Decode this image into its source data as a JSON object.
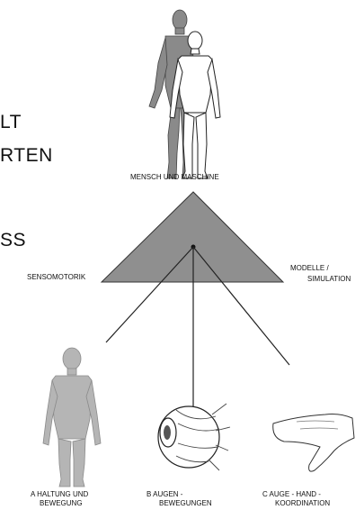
{
  "partial_text": {
    "line1": "LT",
    "line2": "RTEN",
    "line3": "SS"
  },
  "top_node": {
    "label": "MENSCH UND MASCHINE"
  },
  "left_corner": {
    "label": "SENSOMOTORIK"
  },
  "right_corner": {
    "label_line1": "MODELLE /",
    "label_line2": "SIMULATION"
  },
  "bottom_items": [
    {
      "line1": "A HALTUNG UND",
      "line2": "BEWEGUNG"
    },
    {
      "line1": "B AUGEN -",
      "line2": "BEWEGUNGEN"
    },
    {
      "line1": "C AUGE - HAND -",
      "line2": "KOORDINATION"
    }
  ],
  "colors": {
    "triangle_fill": "#8f8f8f",
    "figure_gray": "#a9a9a9",
    "robot_gray": "#8a8a8a",
    "line": "#222222"
  }
}
